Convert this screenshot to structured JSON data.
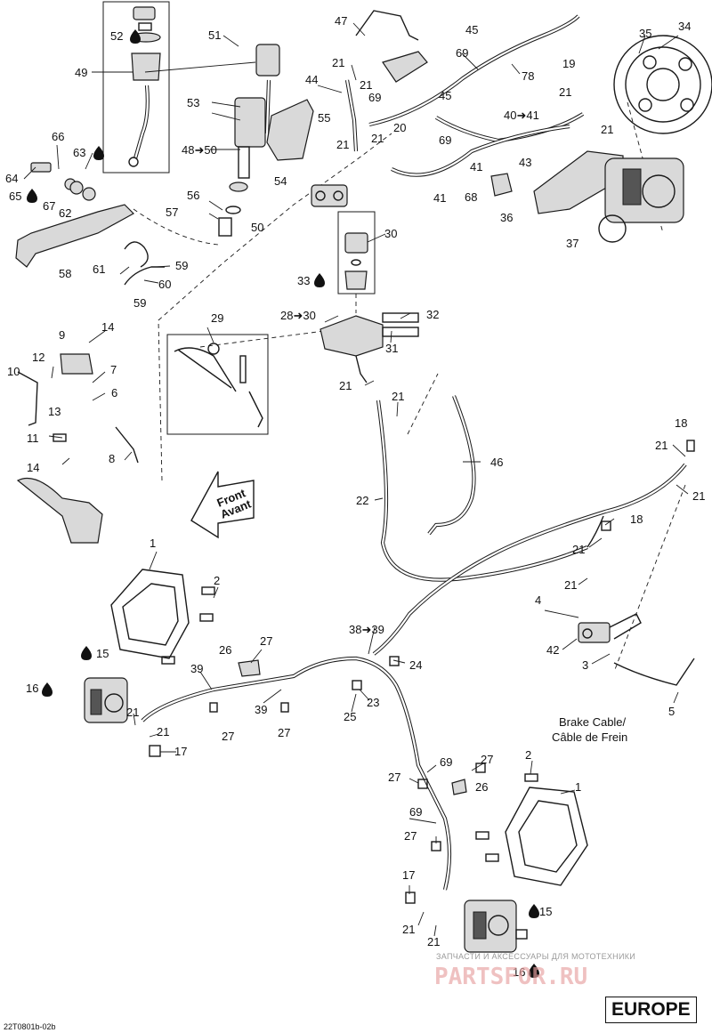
{
  "diagram": {
    "drawing_code": "22T0801b-02b",
    "region_label": "EUROPE",
    "brake_cable_label": [
      "Brake Cable/",
      "Câble de Frein"
    ],
    "front_arrow_label": [
      "Front",
      "Avant"
    ],
    "watermark": {
      "caption": "ЗАПЧАСТИ И АКСЕССУАРЫ ДЛЯ МОТОТЕХНИКИ",
      "brand": "PARTSFOR.RU"
    },
    "callouts": [
      {
        "id": "c-52",
        "text": "52"
      },
      {
        "id": "c-49",
        "text": "49"
      },
      {
        "id": "c-51",
        "text": "51"
      },
      {
        "id": "c-47",
        "text": "47"
      },
      {
        "id": "c-45a",
        "text": "45"
      },
      {
        "id": "c-69a",
        "text": "69"
      },
      {
        "id": "c-78",
        "text": "78"
      },
      {
        "id": "c-34",
        "text": "34"
      },
      {
        "id": "c-35",
        "text": "35"
      },
      {
        "id": "c-21a",
        "text": "21"
      },
      {
        "id": "c-44",
        "text": "44"
      },
      {
        "id": "c-21b",
        "text": "21"
      },
      {
        "id": "c-69b",
        "text": "69"
      },
      {
        "id": "c-45b",
        "text": "45"
      },
      {
        "id": "c-19",
        "text": "19"
      },
      {
        "id": "c-21c",
        "text": "21"
      },
      {
        "id": "c-53",
        "text": "53"
      },
      {
        "id": "c-55",
        "text": "55"
      },
      {
        "id": "c-40-41",
        "text": "40➜41"
      },
      {
        "id": "c-21d",
        "text": "21"
      },
      {
        "id": "c-69c",
        "text": "69"
      },
      {
        "id": "c-20",
        "text": "20"
      },
      {
        "id": "c-21e",
        "text": "21"
      },
      {
        "id": "c-21f",
        "text": "21"
      },
      {
        "id": "c-66",
        "text": "66"
      },
      {
        "id": "c-48-50",
        "text": "48➜50"
      },
      {
        "id": "c-63",
        "text": "63"
      },
      {
        "id": "c-54",
        "text": "54"
      },
      {
        "id": "c-43",
        "text": "43"
      },
      {
        "id": "c-41a",
        "text": "41"
      },
      {
        "id": "c-64",
        "text": "64"
      },
      {
        "id": "c-41b",
        "text": "41"
      },
      {
        "id": "c-68",
        "text": "68"
      },
      {
        "id": "c-65",
        "text": "65"
      },
      {
        "id": "c-67",
        "text": "67"
      },
      {
        "id": "c-62",
        "text": "62"
      },
      {
        "id": "c-56",
        "text": "56"
      },
      {
        "id": "c-36",
        "text": "36"
      },
      {
        "id": "c-57",
        "text": "57"
      },
      {
        "id": "c-50",
        "text": "50"
      },
      {
        "id": "c-30",
        "text": "30"
      },
      {
        "id": "c-37",
        "text": "37"
      },
      {
        "id": "c-59a",
        "text": "59"
      },
      {
        "id": "c-61",
        "text": "61"
      },
      {
        "id": "c-60",
        "text": "60"
      },
      {
        "id": "c-58",
        "text": "58"
      },
      {
        "id": "c-33",
        "text": "33"
      },
      {
        "id": "c-59b",
        "text": "59"
      },
      {
        "id": "c-29",
        "text": "29"
      },
      {
        "id": "c-28-30",
        "text": "28➜30"
      },
      {
        "id": "c-32",
        "text": "32"
      },
      {
        "id": "c-14a",
        "text": "14"
      },
      {
        "id": "c-9",
        "text": "9"
      },
      {
        "id": "c-31",
        "text": "31"
      },
      {
        "id": "c-12",
        "text": "12"
      },
      {
        "id": "c-10",
        "text": "10"
      },
      {
        "id": "c-7",
        "text": "7"
      },
      {
        "id": "c-21g",
        "text": "21"
      },
      {
        "id": "c-13",
        "text": "13"
      },
      {
        "id": "c-6",
        "text": "6"
      },
      {
        "id": "c-21h",
        "text": "21"
      },
      {
        "id": "c-18a",
        "text": "18"
      },
      {
        "id": "c-11",
        "text": "11"
      },
      {
        "id": "c-21i",
        "text": "21"
      },
      {
        "id": "c-8",
        "text": "8"
      },
      {
        "id": "c-46",
        "text": "46"
      },
      {
        "id": "c-14b",
        "text": "14"
      },
      {
        "id": "c-21j",
        "text": "21"
      },
      {
        "id": "c-22",
        "text": "22"
      },
      {
        "id": "c-18b",
        "text": "18"
      },
      {
        "id": "c-21k",
        "text": "21"
      },
      {
        "id": "c-1a",
        "text": "1"
      },
      {
        "id": "c-2a",
        "text": "2"
      },
      {
        "id": "c-21l",
        "text": "21"
      },
      {
        "id": "c-4",
        "text": "4"
      },
      {
        "id": "c-38-39",
        "text": "38➜39"
      },
      {
        "id": "c-42",
        "text": "42"
      },
      {
        "id": "c-27a",
        "text": "27"
      },
      {
        "id": "c-15a",
        "text": "15"
      },
      {
        "id": "c-26a",
        "text": "26"
      },
      {
        "id": "c-39a",
        "text": "39"
      },
      {
        "id": "c-24",
        "text": "24"
      },
      {
        "id": "c-3",
        "text": "3"
      },
      {
        "id": "c-16a",
        "text": "16"
      },
      {
        "id": "c-23",
        "text": "23"
      },
      {
        "id": "c-21m",
        "text": "21"
      },
      {
        "id": "c-39b",
        "text": "39"
      },
      {
        "id": "c-25",
        "text": "25"
      },
      {
        "id": "c-5",
        "text": "5"
      },
      {
        "id": "c-21n",
        "text": "21"
      },
      {
        "id": "c-27b",
        "text": "27"
      },
      {
        "id": "c-27c",
        "text": "27"
      },
      {
        "id": "c-17a",
        "text": "17"
      },
      {
        "id": "c-69d",
        "text": "69"
      },
      {
        "id": "c-27d",
        "text": "27"
      },
      {
        "id": "c-2b",
        "text": "2"
      },
      {
        "id": "c-27e",
        "text": "27"
      },
      {
        "id": "c-26b",
        "text": "26"
      },
      {
        "id": "c-1b",
        "text": "1"
      },
      {
        "id": "c-69e",
        "text": "69"
      },
      {
        "id": "c-27f",
        "text": "27"
      },
      {
        "id": "c-17b",
        "text": "17"
      },
      {
        "id": "c-15b",
        "text": "15"
      },
      {
        "id": "c-21o",
        "text": "21"
      },
      {
        "id": "c-21p",
        "text": "21"
      },
      {
        "id": "c-16b",
        "text": "16"
      }
    ]
  }
}
